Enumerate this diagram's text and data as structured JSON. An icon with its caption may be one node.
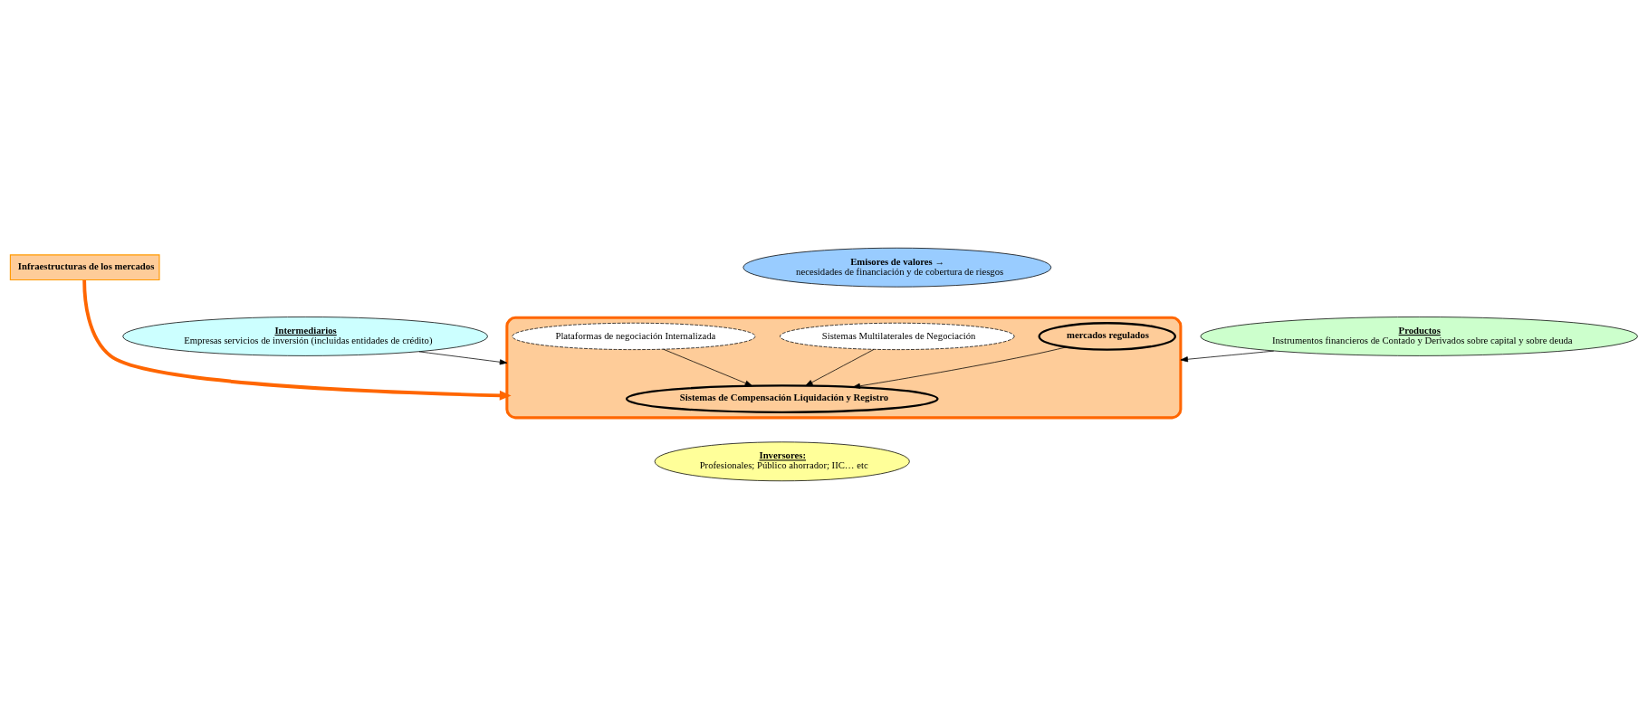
{
  "diagram": {
    "nodes": [
      {
        "text": [
          "Infraestructuras de los mercados"
        ]
      },
      {
        "text": [
          "Emisores de valores →",
          "necesidades de financiación y de cobertura de riesgos"
        ]
      },
      {
        "text": [
          "Intermediarios",
          "Empresas servicios de inversión (incluidas entidades de crédito)"
        ]
      },
      {
        "text": [
          "Productos",
          "Instrumentos financieros de Contado y Derivados sobre capital y sobre deuda"
        ]
      },
      {
        "text": [
          "Inversores:",
          "Profesionales; Público ahorrador; IIC… etc"
        ]
      },
      {
        "text": [],
        "shape": "ellipse"
      },
      {
        "text": [
          "mercados regulados"
        ],
        "in": 5
      },
      {
        "text": [
          "Sistemas Multilaterales de Negociación"
        ],
        "in": 5
      },
      {
        "text": [
          "Plataformas de negociación Internalizada"
        ],
        "in": 5
      },
      {
        "text": [
          "Sistemas de Compensación Liquidación y Registro"
        ],
        "in": 5
      }
    ],
    "edges": [
      {
        "from": 0,
        "to": 5,
        "arrow": "to",
        "style": "thick",
        "color": "#ff6600"
      },
      {
        "from": 2,
        "to": 5,
        "arrow": "to"
      },
      {
        "from": 3,
        "to": 5,
        "arrow": "to"
      },
      {
        "from": 6,
        "to": 9,
        "arrow": "to"
      },
      {
        "from": 7,
        "to": 9,
        "arrow": "to"
      },
      {
        "from": 8,
        "to": 9,
        "arrow": "to"
      }
    ]
  }
}
